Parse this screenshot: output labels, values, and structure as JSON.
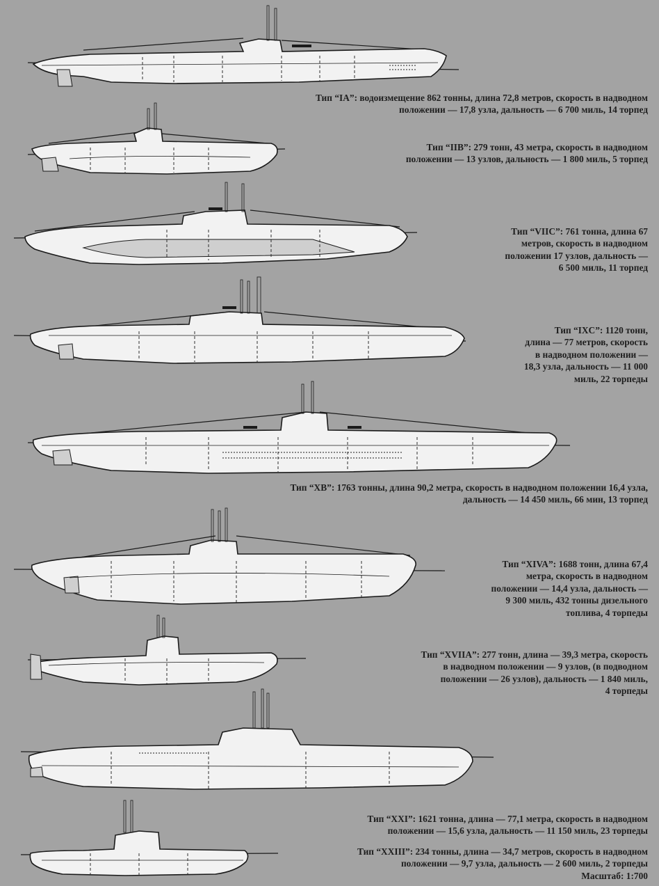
{
  "colors": {
    "background": "#a3a3a3",
    "hull_fill": "#f2f2f2",
    "hull_stroke": "#1a1a1a",
    "shade": "#c9c9c9",
    "text": "#1e1e1e"
  },
  "captions": {
    "ia": {
      "lines": [
        "Тип “IA”: водоизмещение 862 тонны, длина 72,8 метров, скорость в надводном",
        "положении — 17,8 узла, дальность — 6 700 миль, 14 торпед"
      ]
    },
    "iib": {
      "lines": [
        "Тип “IIB”: 279 тонн, 43 метра, скорость в надводном",
        "положении — 13 узлов, дальность — 1 800 миль, 5 торпед"
      ]
    },
    "viic": {
      "lines": [
        "Тип “VIIC”: 761 тонна, длина 67",
        "метров, скорость в надводном",
        "положении 17 узлов, дальность —",
        "6 500 миль, 11 торпед"
      ]
    },
    "ixc": {
      "lines": [
        "Тип “IXC”: 1120 тонн,",
        "длина — 77 метров, скорость",
        "в надводном положении —",
        "18,3 узла, дальность — 11 000",
        "миль, 22 торпеды"
      ]
    },
    "xb": {
      "lines": [
        "Тип “XB”: 1763 тонны, длина 90,2 метра, скорость в надводном положении 16,4 узла,",
        "дальность — 14 450 миль, 66 мин, 13 торпед"
      ]
    },
    "xiva": {
      "lines": [
        "Тип “XIVA”: 1688 тонн, длина 67,4",
        "метра, скорость в надводном",
        "положении — 14,4 узла, дальность —",
        "9 300 миль, 432 тонны дизельного",
        "топлива, 4 торпеды"
      ]
    },
    "xviia": {
      "lines": [
        "Тип “XVIIA”: 277 тонн, длина — 39,3 метра, скорость",
        "в надводном положении — 9 узлов, (в подводном",
        "положении — 26 узлов), дальность — 1 840 миль,",
        "4 торпеды"
      ]
    },
    "xxi": {
      "lines": [
        "Тип “XXI”: 1621 тонна, длина — 77,1 метра, скорость в надводном",
        "положении — 15,6 узла, дальность — 11 150 миль, 23 торпеды"
      ]
    },
    "xxiii": {
      "lines": [
        "Тип “XXIII”: 234 тонны, длина — 34,7 метров, скорость в надводном",
        "положении — 9,7 узла, дальность — 2 600 миль, 2 торпеды"
      ]
    },
    "scale": {
      "lines": [
        "Масштаб: 1:700"
      ]
    }
  }
}
